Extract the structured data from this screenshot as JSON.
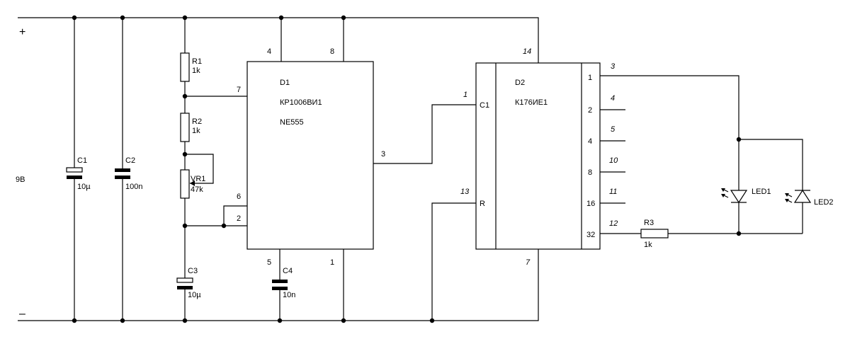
{
  "power": {
    "plus": "+",
    "minus": "–",
    "voltage": "9В"
  },
  "components": {
    "C1": {
      "ref": "C1",
      "value": "10µ"
    },
    "C2": {
      "ref": "C2",
      "value": "100n"
    },
    "R1": {
      "ref": "R1",
      "value": "1k"
    },
    "R2": {
      "ref": "R2",
      "value": "1k"
    },
    "VR1": {
      "ref": "VR1",
      "value": "47k"
    },
    "C3": {
      "ref": "C3",
      "value": "10µ"
    },
    "C4": {
      "ref": "C4",
      "value": "10n"
    },
    "R3": {
      "ref": "R3",
      "value": "1k"
    },
    "LED1": {
      "ref": "LED1"
    },
    "LED2": {
      "ref": "LED2"
    }
  },
  "d1": {
    "ref": "D1",
    "part": "КР1006ВИ1",
    "alt": "NE555",
    "pins": {
      "p4": "4",
      "p8": "8",
      "p7": "7",
      "p6": "6",
      "p2": "2",
      "p3": "3",
      "p5": "5",
      "p1": "1"
    }
  },
  "d2": {
    "ref": "D2",
    "part": "К176ИЕ1",
    "c1": "C1",
    "r": "R",
    "outputs": [
      "1",
      "2",
      "4",
      "8",
      "16",
      "32"
    ],
    "pins": {
      "p14": "14",
      "p1": "1",
      "p13": "13",
      "p7": "7",
      "p3": "3",
      "p4": "4",
      "p5": "5",
      "p10": "10",
      "p11": "11",
      "p12": "12"
    }
  }
}
